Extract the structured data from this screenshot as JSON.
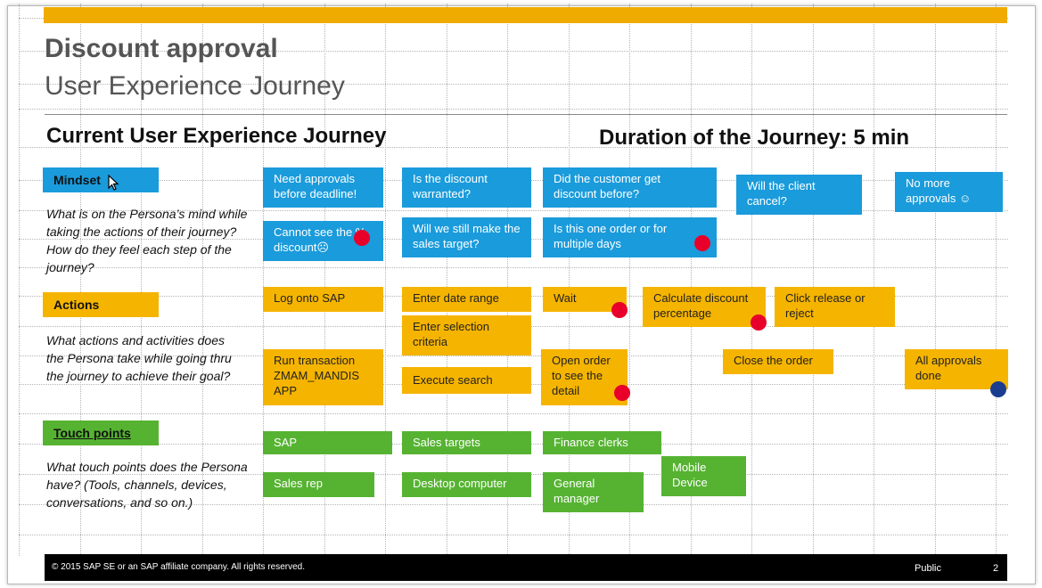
{
  "header": {
    "title": "Discount approval",
    "subtitle": "User Experience Journey"
  },
  "section": {
    "current_heading": "Current User Experience Journey",
    "duration_heading": "Duration of the Journey: 5 min"
  },
  "rows": {
    "mindset": {
      "label": "Mindset",
      "description": "What is on the Persona’s mind while taking the actions of their journey? How do they feel each step of the journey?"
    },
    "actions": {
      "label": "Actions",
      "description": "What actions and activities does the Persona take while going thru the journey to achieve their goal?"
    },
    "touch": {
      "label": "Touch points",
      "description": "What touch points does the Persona have? (Tools, channels, devices, conversations, and so on.)"
    }
  },
  "mindset_cards": [
    "Need approvals before deadline!",
    "Is the discount warranted?",
    "Did the customer get discount before?",
    "Will the client cancel?",
    "No more approvals ☺",
    "Cannot see the % discount☹",
    "Will we still make the sales target?",
    "Is this one order or for multiple days"
  ],
  "action_cards": [
    "Log onto SAP",
    "Enter date range",
    "Wait",
    "Calculate discount percentage",
    "Click release or reject",
    "Enter selection criteria",
    "Run transaction ZMAM_MANDIS APP",
    "Execute search",
    "Open order to see the detail",
    "Close the order",
    "All approvals done"
  ],
  "touch_cards": [
    "SAP",
    "Sales targets",
    "Finance clerks",
    "Mobile Device",
    "Sales rep",
    "Desktop computer",
    "General manager"
  ],
  "footer": {
    "copyright": "© 2015 SAP SE or an SAP affiliate company. All rights reserved.",
    "classification": "Public",
    "page": "2"
  },
  "colors": {
    "accent_bar": "#f0ab00",
    "mindset": "#1a9bdb",
    "actions": "#f5b400",
    "touch_points": "#56b332",
    "pain_dot": "#e8002a",
    "done_dot": "#1b3d8f"
  }
}
